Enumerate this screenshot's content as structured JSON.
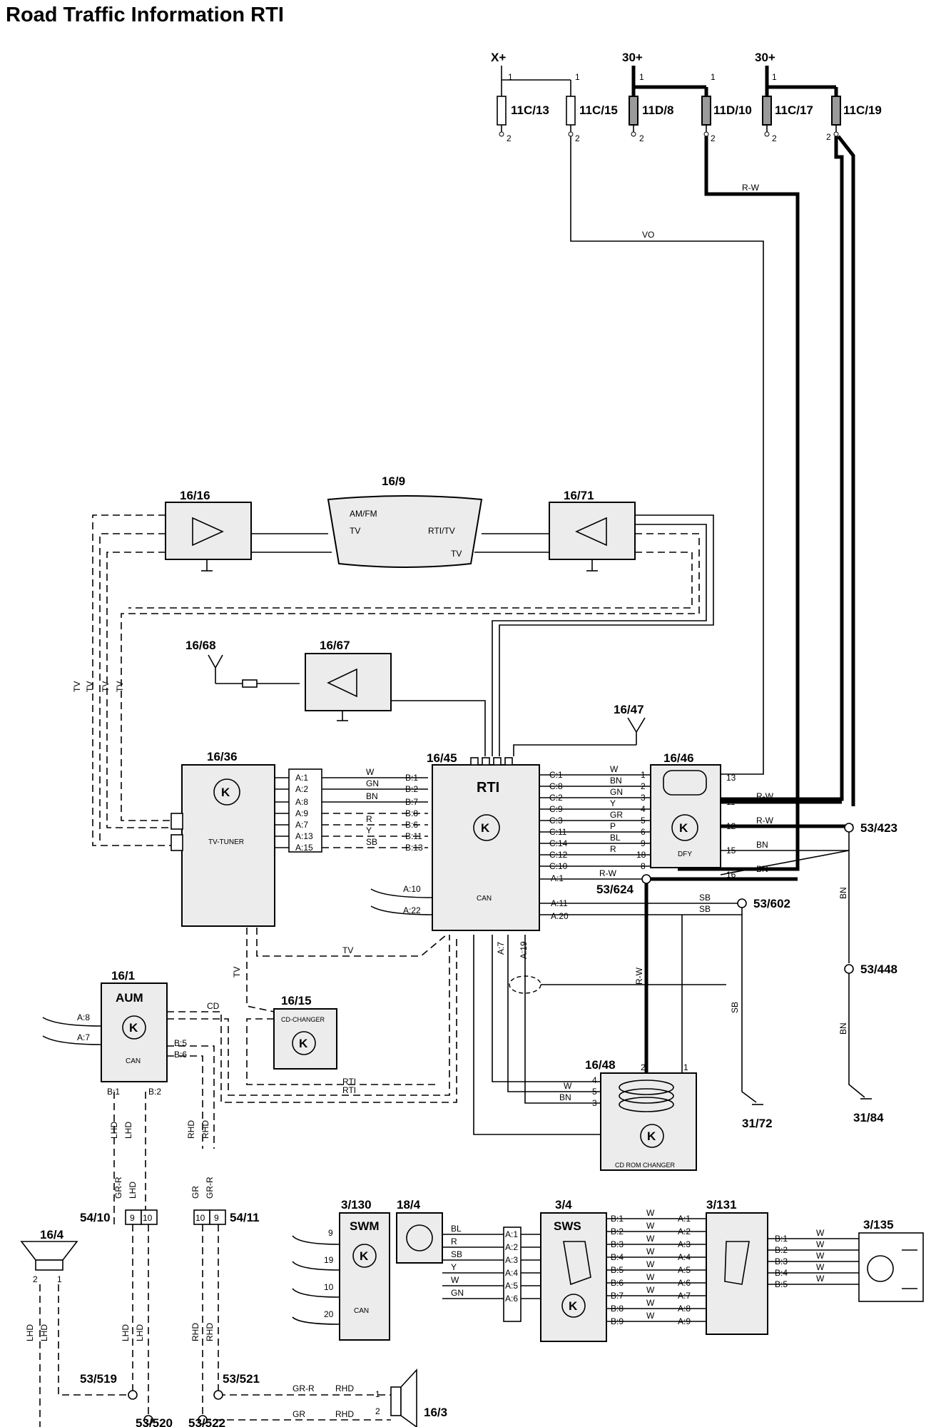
{
  "title": "Road Traffic Information RTI",
  "power": {
    "sources": [
      "X+",
      "30+",
      "30+"
    ],
    "fuses": [
      "11C/13",
      "11C/15",
      "11D/8",
      "11D/10",
      "11C/17",
      "11C/19"
    ],
    "pins": [
      "1",
      "2"
    ]
  },
  "wire_labels": {
    "vo": "VO",
    "rw": "R-W",
    "tv": "TV",
    "cd": "CD",
    "rti": "RTI",
    "bn": "BN",
    "sb": "SB"
  },
  "antennas": {
    "a16_16": "16/16",
    "a16_9": "16/9",
    "a16_71": "16/71",
    "a16_68": "16/68",
    "a16_67": "16/67",
    "a16_47": "16/47",
    "amfm": "AM/FM",
    "tv": "TV",
    "rtitv": "RTI/TV"
  },
  "tv_tuner": {
    "id": "16/36",
    "name": "TV-TUNER",
    "pins": [
      "A:1",
      "A:2",
      "A:8",
      "A:9",
      "A:7",
      "A:13",
      "A:15"
    ],
    "wires": [
      "W",
      "GN",
      "BN",
      "",
      "R",
      "Y",
      "SB"
    ]
  },
  "rti": {
    "id": "16/45",
    "name": "RTI",
    "bpins": [
      "B:1",
      "B:2",
      "B:7",
      "B:8",
      "B:6",
      "B:11",
      "B:13"
    ],
    "cpins": [
      "C:1",
      "C:8",
      "C:2",
      "C:9",
      "C:3",
      "C:11",
      "C:14",
      "C:12",
      "C:10"
    ],
    "apins": [
      "A:1",
      "A:11",
      "A:20",
      "A:10",
      "A:22",
      "A:7",
      "A:19"
    ],
    "can": "CAN"
  },
  "dfy": {
    "id": "16/46",
    "name": "DFY",
    "pins": [
      "1",
      "2",
      "3",
      "4",
      "5",
      "6",
      "9",
      "18",
      "8"
    ],
    "wires": [
      "W",
      "BN",
      "GN",
      "Y",
      "GR",
      "P",
      "BL",
      "R",
      ""
    ],
    "right_pins": [
      "13",
      "11",
      "12",
      "15",
      "16"
    ],
    "right_wires": [
      "",
      "R-W",
      "R-W",
      "BN",
      "BN"
    ]
  },
  "splices": [
    "53/423",
    "53/624",
    "53/602",
    "53/448",
    "53/519",
    "53/520",
    "53/521",
    "53/522"
  ],
  "grounds": [
    "31/72",
    "31/84"
  ],
  "aum": {
    "id": "16/1",
    "name": "AUM",
    "pins": [
      "A:8",
      "A:7",
      "B:5",
      "B:6",
      "B:1",
      "B:2"
    ],
    "can": "CAN"
  },
  "cd_changer": {
    "id": "16/15",
    "name": "CD-CHANGER"
  },
  "cd_rom": {
    "id": "16/48",
    "name": "CD ROM CHANGER",
    "pins": [
      "4",
      "5",
      "3",
      "2",
      "1"
    ],
    "wires": [
      "",
      "W",
      "BN"
    ]
  },
  "speakers": {
    "left": {
      "id": "16/4",
      "pins": [
        "2",
        "1"
      ]
    },
    "right": {
      "id": "16/3",
      "pins": [
        "1",
        "2"
      ],
      "wires": [
        "GR-R",
        "GR"
      ]
    }
  },
  "connectors": {
    "c54_10": "54/10",
    "c54_11": "54/11",
    "pins_a": [
      "9",
      "10"
    ],
    "pins_b": [
      "10",
      "9"
    ]
  },
  "harness_labels": {
    "lhd": "LHD",
    "rhd": "RHD",
    "gr": "GR",
    "grr": "GR-R"
  },
  "swm": {
    "id": "3/130",
    "name": "SWM",
    "pins": [
      "9",
      "19",
      "10",
      "20"
    ],
    "can": "CAN"
  },
  "m18_4": {
    "id": "18/4",
    "pins": [
      "A:1",
      "A:2",
      "A:3",
      "A:4",
      "A:5",
      "A:6"
    ],
    "wires": [
      "BL",
      "R",
      "SB",
      "Y",
      "W",
      "GN"
    ]
  },
  "sws": {
    "id": "3/4",
    "name": "SWS",
    "pins": [
      "B:1",
      "B:2",
      "B:3",
      "B:4",
      "B:5",
      "B:6",
      "B:7",
      "B:8",
      "B:9"
    ]
  },
  "m3_131": {
    "id": "3/131",
    "pins": [
      "A:1",
      "A:2",
      "A:3",
      "A:4",
      "A:5",
      "A:6",
      "A:7",
      "A:8",
      "A:9"
    ],
    "bpins": [
      "B:1",
      "B:2",
      "B:3",
      "B:4",
      "B:5"
    ]
  },
  "m3_135": {
    "id": "3/135"
  },
  "wire_w": "W"
}
